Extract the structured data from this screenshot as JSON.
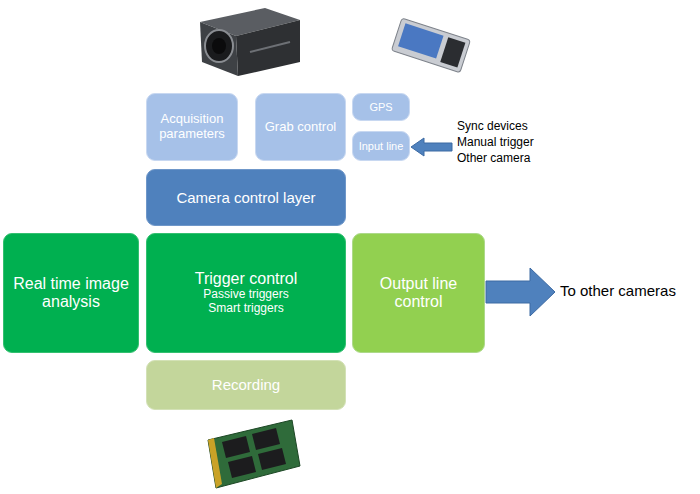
{
  "diagram": {
    "nodes": [
      {
        "text": [
          "Acquisition parameters"
        ]
      },
      {
        "text": [
          "Grab control"
        ]
      },
      {
        "text": [
          "GPS"
        ]
      },
      {
        "text": [
          "Input line"
        ]
      },
      {
        "text": [
          "Camera control layer"
        ]
      },
      {
        "text": [
          "Real time image analysis"
        ]
      },
      {
        "text": [
          "Trigger control",
          "Passive triggers Smart triggers"
        ]
      },
      {
        "text": [
          "Output line control"
        ]
      },
      {
        "text": [
          "Recording"
        ]
      }
    ],
    "labels": [
      "Sync devices",
      "Manual trigger",
      "Other camera",
      "To other cameras"
    ]
  }
}
